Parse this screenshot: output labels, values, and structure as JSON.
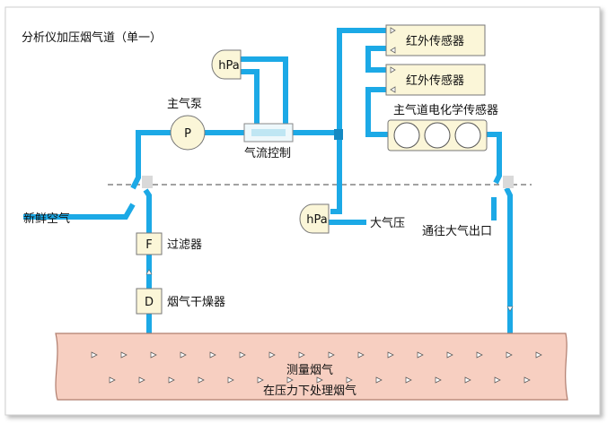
{
  "title": "分析仪加压烟气道（单一）",
  "colors": {
    "pipe": "#1ca9e6",
    "component_fill": "#fbf6d8",
    "duct_fill": "#f7cfc1",
    "duct_stroke": "#b07d6e"
  },
  "labels": {
    "pump_label": "主气泵",
    "pump_symbol": "P",
    "flow_control": "气流控制",
    "hpa_top": "hPa",
    "hpa_mid": "hPa",
    "atmospheric_pressure": "大气压",
    "fresh_air": "新鲜空气",
    "filter_symbol": "F",
    "filter": "过滤器",
    "dryer_symbol": "D",
    "dryer": "烟气干燥器",
    "ir_sensor_1": "红外传感器",
    "ir_sensor_2": "红外传感器",
    "echem_sensor": "主气道电化学传感器",
    "outlet": "通往大气出口",
    "flue_gas_line1": "测量烟气",
    "flue_gas_line2": "在压力下处理烟气"
  }
}
